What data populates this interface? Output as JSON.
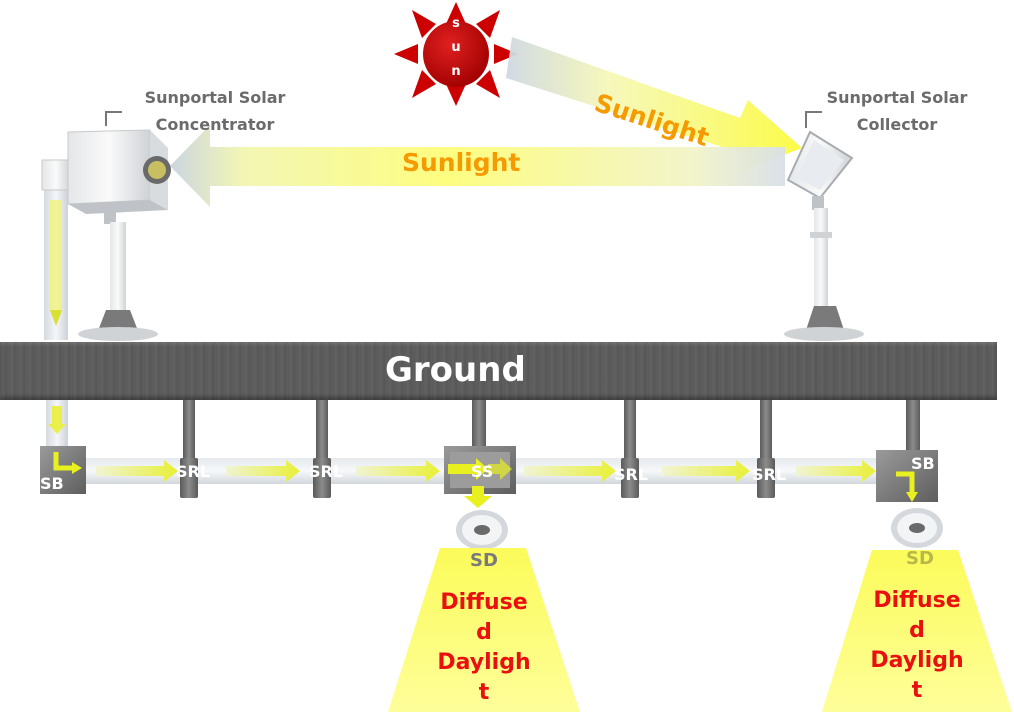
{
  "sun": {
    "letters": [
      "s",
      "u",
      "n"
    ],
    "color": "#cc0000"
  },
  "labels": {
    "concentrator": [
      "Sunportal Solar",
      "Concentrator"
    ],
    "collector": [
      "Sunportal Solar",
      "Collector"
    ],
    "sunlight_reflected": "Sunlight",
    "sunlight_incoming": "Sunlight",
    "ground": "Ground"
  },
  "pipe_labels": {
    "sb_left": "SB",
    "srl_1": "SRL",
    "srl_2": "SRL",
    "ss": "SS",
    "srl_3": "SRL",
    "srl_4": "SRL",
    "sb_right": "SB",
    "sd_center": "SD",
    "sd_right": "SD"
  },
  "outputs": {
    "center": [
      "Diffuse",
      "d",
      "Dayligh",
      "t"
    ],
    "right": [
      "Diffuse",
      "d",
      "Dayligh",
      "t"
    ]
  },
  "colors": {
    "sunlight_text": "#f59a00",
    "output_text": "#e81010",
    "light_cone": "#ffff66",
    "ground": "#5c5c5c",
    "label_grey": "#6b6b6b"
  }
}
